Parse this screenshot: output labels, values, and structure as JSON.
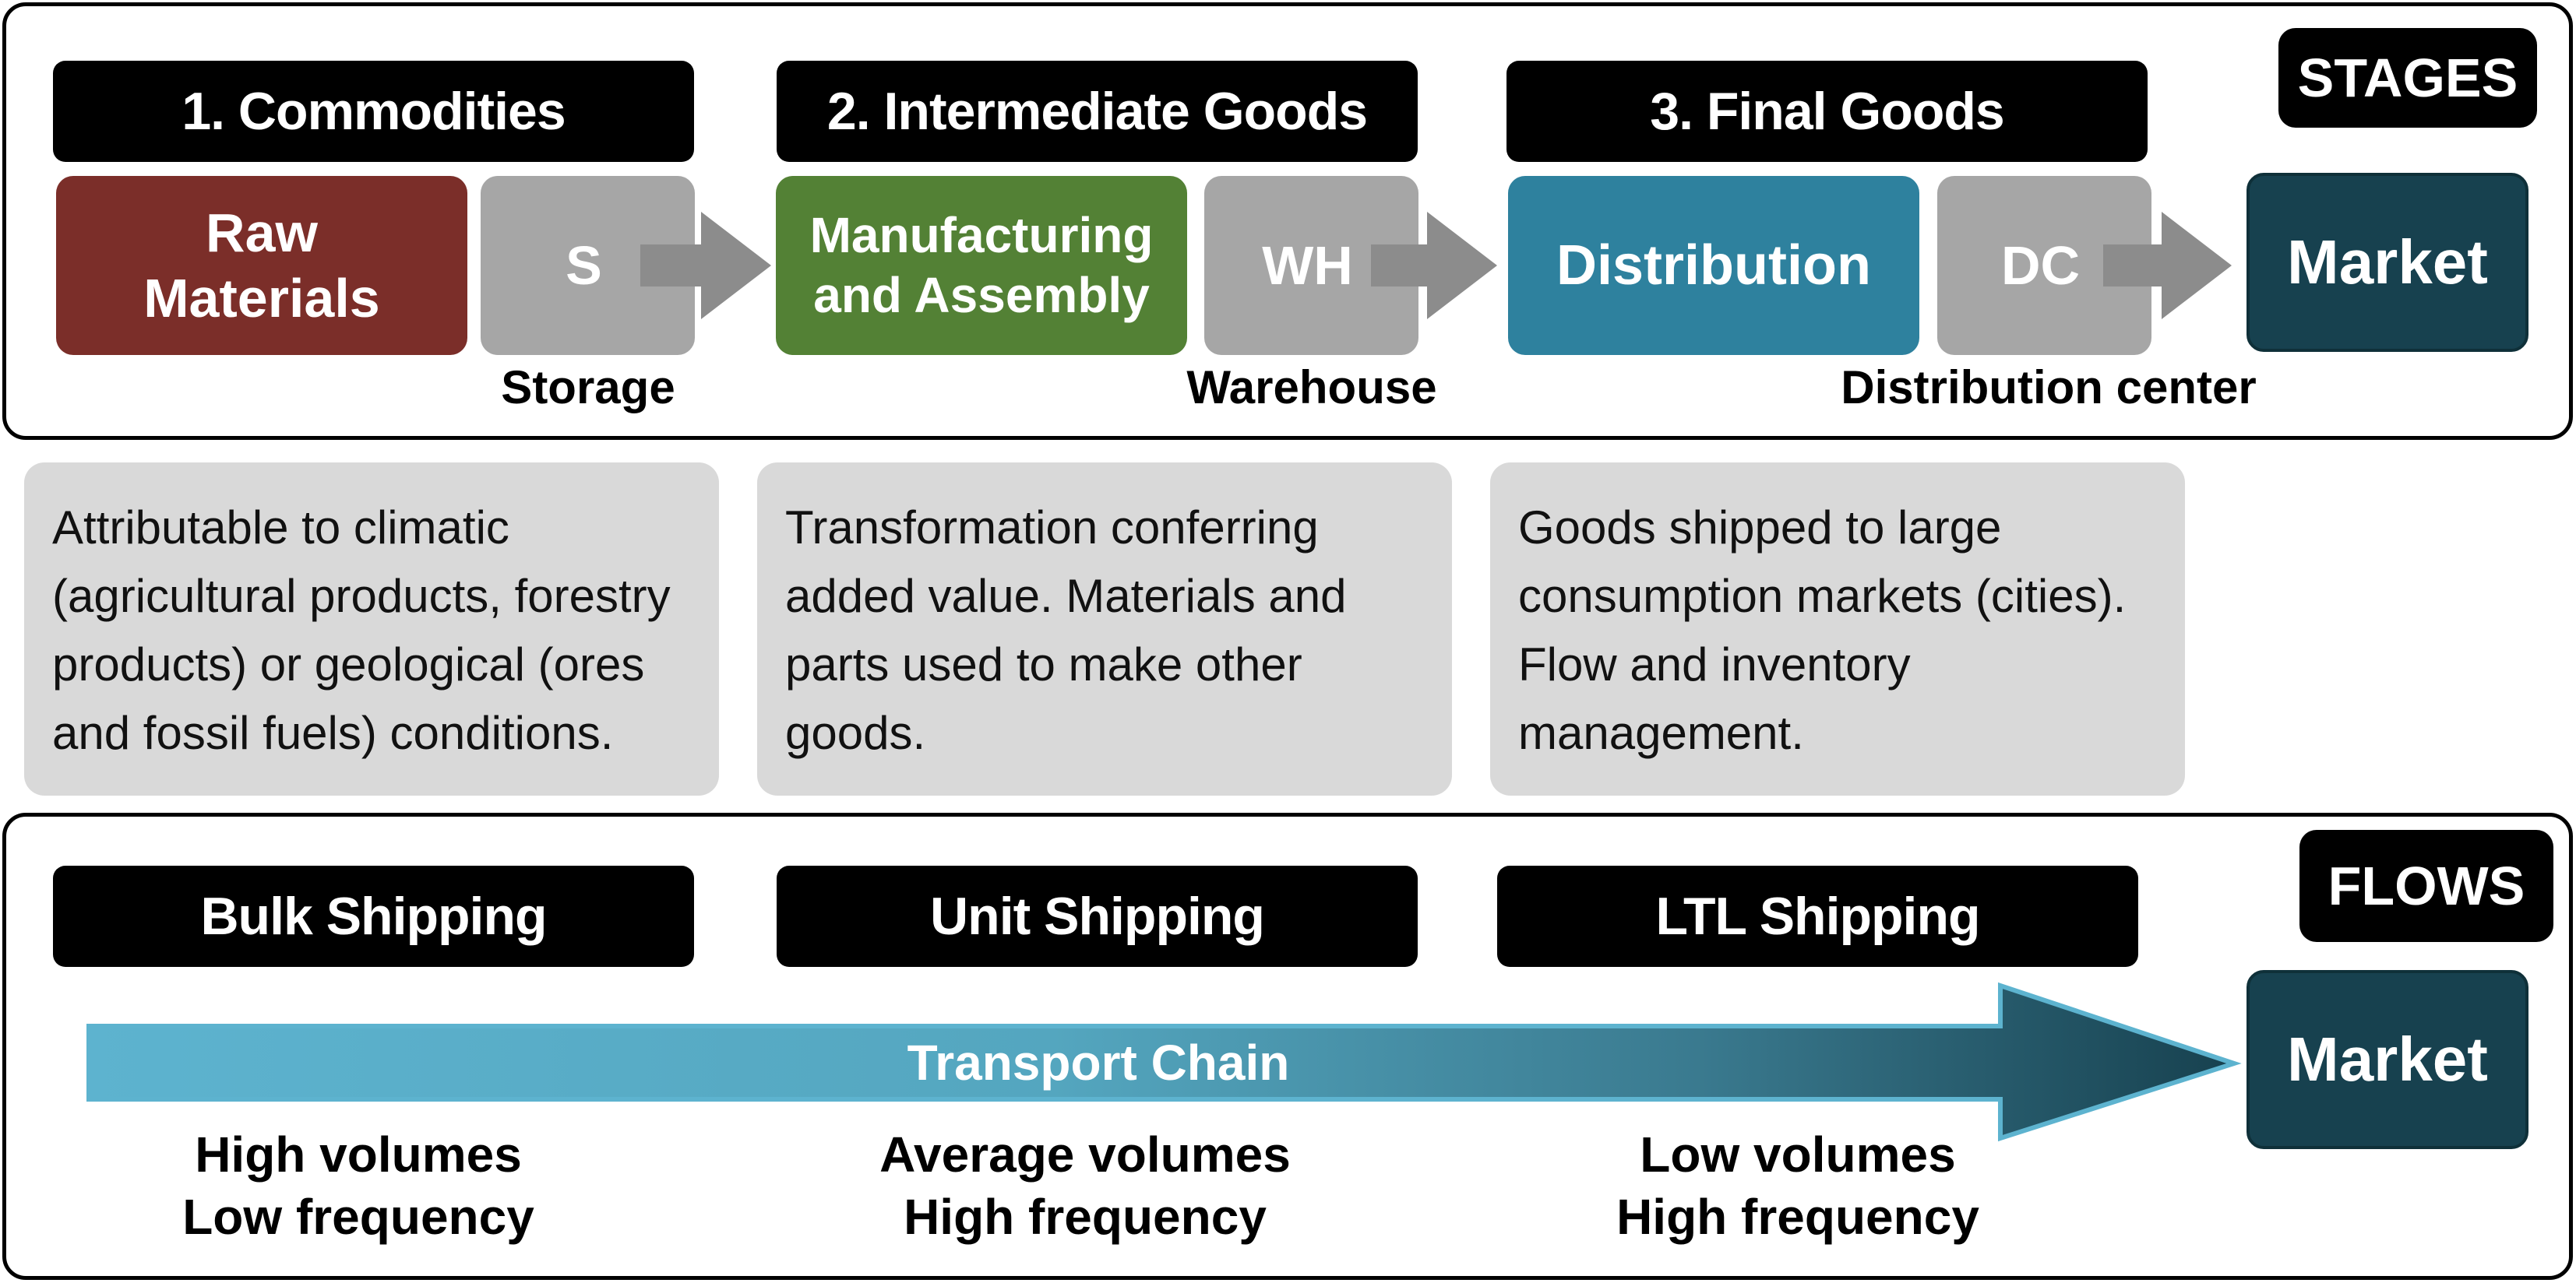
{
  "stages": {
    "tag": "STAGES",
    "headers": [
      "1. Commodities",
      "2. Intermediate Goods",
      "3. Final Goods"
    ],
    "raw_materials": "Raw\nMaterials",
    "manufacturing": "Manufacturing\nand Assembly",
    "distribution": "Distribution",
    "market": "Market",
    "nodes": [
      {
        "short": "S",
        "label": "Storage"
      },
      {
        "short": "WH",
        "label": "Warehouse"
      },
      {
        "short": "DC",
        "label": "Distribution center"
      }
    ]
  },
  "descriptions": [
    "Attributable to climatic (agricultural products, forestry products) or geological (ores and fossil fuels) conditions.",
    "Transformation conferring added value. Materials and parts used to make other goods.",
    "Goods shipped to large consumption markets (cities). Flow and inventory management."
  ],
  "flows": {
    "tag": "FLOWS",
    "headers": [
      "Bulk Shipping",
      "Unit Shipping",
      "LTL Shipping"
    ],
    "transport_chain": "Transport Chain",
    "market": "Market",
    "characteristics": [
      "High volumes\nLow frequency",
      "Average volumes\nHigh frequency",
      "Low volumes\nHigh frequency"
    ]
  },
  "colors": {
    "raw_materials": "#7b2e29",
    "manufacturing": "#538135",
    "distribution": "#2e819e",
    "market": "#17414f",
    "node_grey": "#a6a6a6",
    "description_bg": "#d9d9d9",
    "transport_start": "#5db3cf",
    "transport_end": "#17414f"
  },
  "icons": [
    "right-arrow-icon",
    "transport-chain-arrow-icon"
  ]
}
